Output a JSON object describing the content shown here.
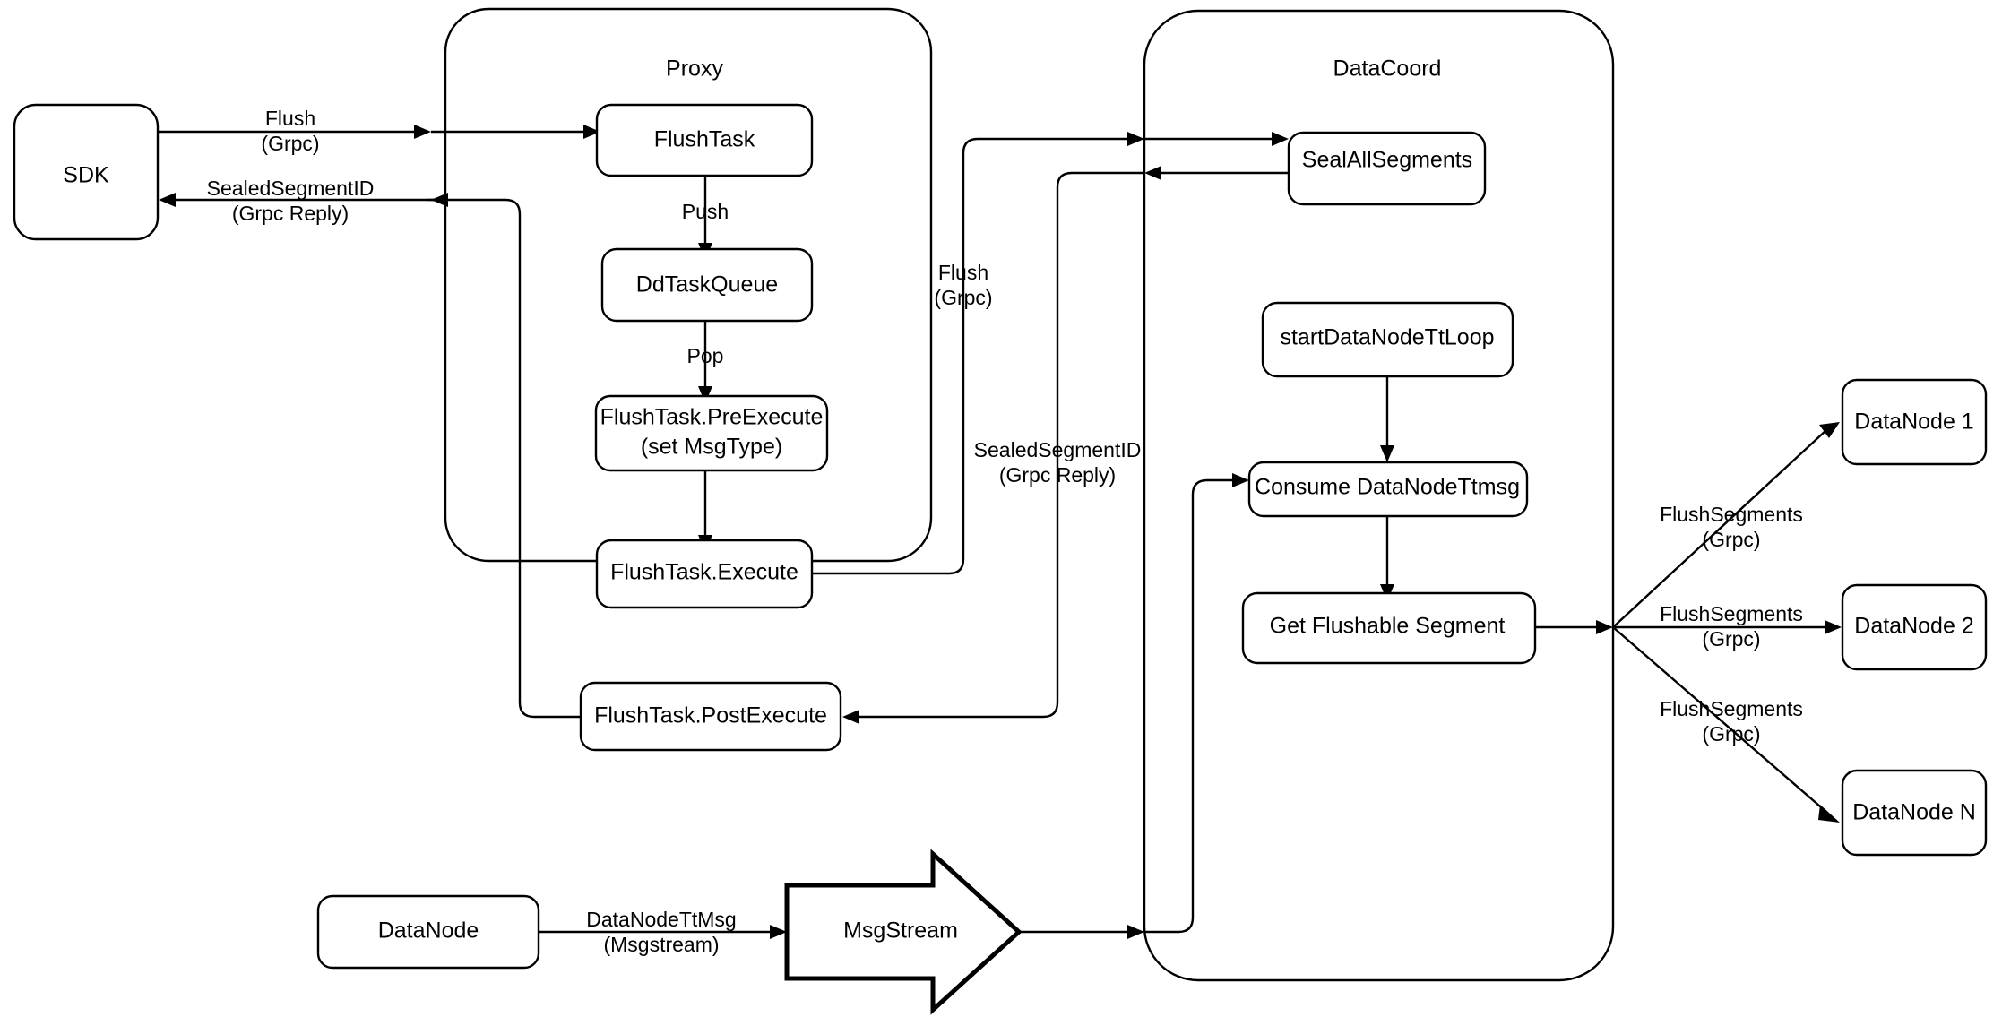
{
  "diagram": {
    "title_visible": false,
    "containers": [
      {
        "id": "proxy",
        "label": "Proxy"
      },
      {
        "id": "datacoord",
        "label": "DataCoord"
      }
    ],
    "nodes": {
      "sdk": "SDK",
      "flush_task": "FlushTask",
      "dd_task_queue": "DdTaskQueue",
      "pre_execute_line1": "FlushTask.PreExecute",
      "pre_execute_line2": "(set MsgType)",
      "execute": "FlushTask.Execute",
      "post_execute": "FlushTask.PostExecute",
      "seal_all_segments": "SealAllSegments",
      "start_datanode_tt_loop": "startDataNodeTtLoop",
      "consume_datanode_ttmsg": "Consume DataNodeTtmsg",
      "get_flushable_segment": "Get Flushable Segment",
      "datanode_1": "DataNode 1",
      "datanode_2": "DataNode 2",
      "datanode_n": "DataNode N",
      "datanode_bottom": "DataNode",
      "msgstream": "MsgStream"
    },
    "edge_labels": {
      "sdk_to_proxy_l1": "Flush",
      "sdk_to_proxy_l2": "(Grpc)",
      "proxy_to_sdk_l1": "SealedSegmentID",
      "proxy_to_sdk_l2": "(Grpc Reply)",
      "push": "Push",
      "pop": "Pop",
      "proxy_to_coord_l1": "Flush",
      "proxy_to_coord_l2": "(Grpc)",
      "coord_to_proxy_l1": "SealedSegmentID",
      "coord_to_proxy_l2": "(Grpc Reply)",
      "flush_segments_1_l1": "FlushSegments",
      "flush_segments_1_l2": "(Grpc)",
      "flush_segments_2_l1": "FlushSegments",
      "flush_segments_2_l2": "(Grpc)",
      "flush_segments_n_l1": "FlushSegments",
      "flush_segments_n_l2": "(Grpc)",
      "datanode_ttmsg_l1": "DataNodeTtMsg",
      "datanode_ttmsg_l2": "(Msgstream)"
    },
    "colors": {
      "stroke": "#000000",
      "fill": "#ffffff",
      "background": "#ffffff"
    }
  }
}
